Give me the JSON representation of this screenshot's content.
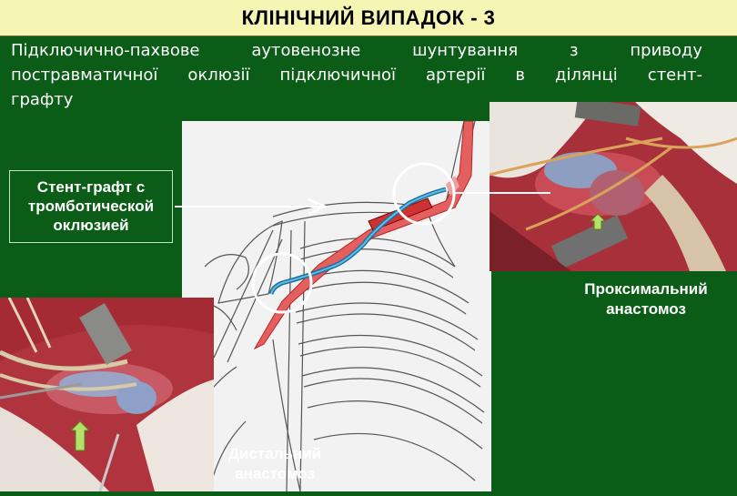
{
  "header": {
    "title": "КЛІНІЧНИЙ ВИПАДОК - 3"
  },
  "description": {
    "lines": [
      "Підключично-пахвове аутовенозне шунтування з приводу",
      "постравматичної оклюзії підключичної артерії в ділянці стент-",
      "графту"
    ]
  },
  "callouts": {
    "stent_graft": {
      "lines": [
        "Стент-графт с",
        "тромботической",
        "оклюзией"
      ]
    },
    "proximal": {
      "lines": [
        "Проксимальний",
        "анастомоз"
      ]
    },
    "distal": {
      "lines": [
        "Дистальний",
        "анастомоз"
      ]
    }
  },
  "colors": {
    "background": "#0b5c16",
    "title_bar": "#f6f6b4",
    "text": "#ffffff",
    "vein_graft": "#2a8fbf",
    "artery": "#e04848",
    "arrow_fill": "#b5e06a"
  }
}
